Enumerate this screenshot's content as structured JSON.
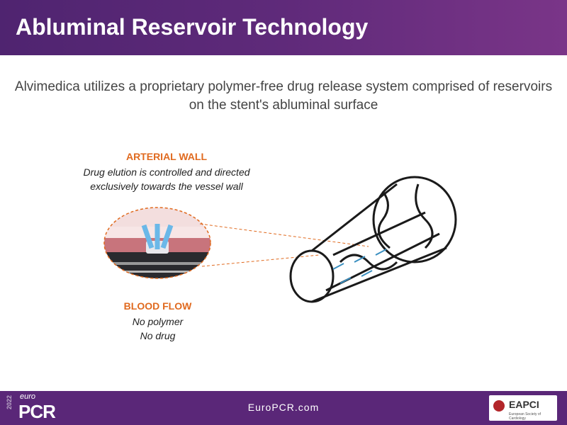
{
  "header": {
    "title": "Abluminal Reservoir Technology"
  },
  "intro": "Alvimedica utilizes a proprietary polymer-free drug release system comprised of reservoirs on the stent's abluminal surface",
  "arterial_wall": {
    "heading": "ARTERIAL WALL",
    "line1": "Drug elution is controlled and directed",
    "line2": "exclusively towards the vessel wall"
  },
  "blood_flow": {
    "heading": "BLOOD FLOW",
    "line1": "No polymer",
    "line2": "No drug"
  },
  "footer": {
    "link": "EuroPCR.com",
    "logo_year": "2022",
    "logo_top": "euro",
    "logo_main": "PCR",
    "partner": "EAPCI",
    "partner_sub": "European Society of Cardiology"
  },
  "colors": {
    "accent": "#e06a1f",
    "header": "#5a2778"
  }
}
